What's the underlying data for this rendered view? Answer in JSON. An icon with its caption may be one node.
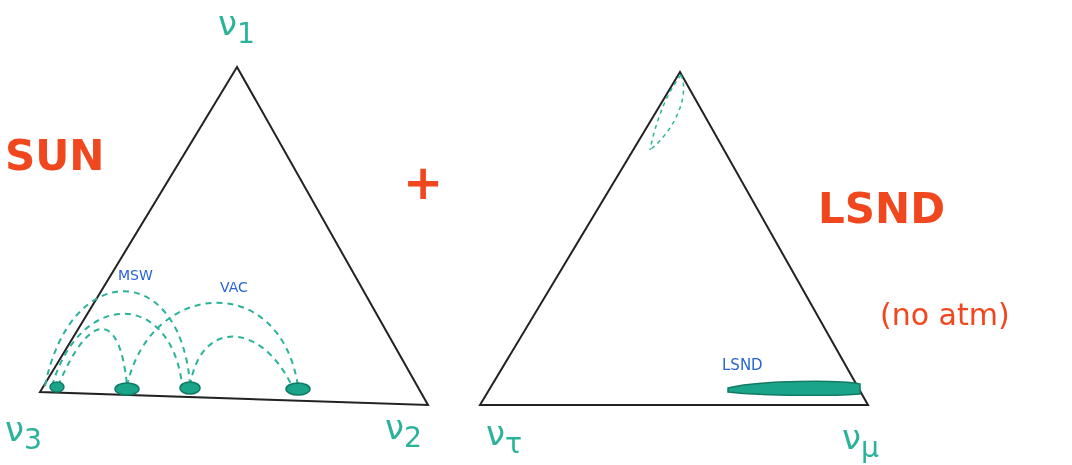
{
  "diagram": {
    "labels": [
      "ν$_{1}$",
      "SUN",
      "+",
      "LSND",
      "MSW",
      "VAC",
      "(no atm)",
      "LSND",
      "ν$_{3}$",
      "ν$_{2}$",
      "ν$_{τ}$",
      "ν$_{μ}$"
    ]
  }
}
